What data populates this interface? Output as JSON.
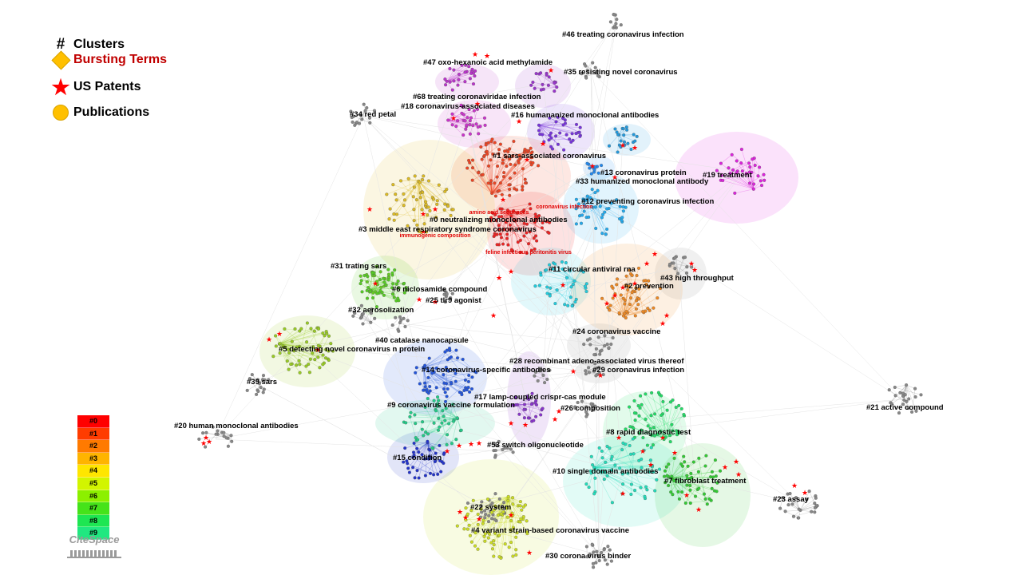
{
  "legend": {
    "clusters": {
      "symbol": "#",
      "label": "Clusters"
    },
    "bursting": {
      "label": "Bursting Terms",
      "color": "#c00000"
    },
    "patents": {
      "label": "US Patents",
      "color": "#ff0000"
    },
    "publications": {
      "label": "Publications",
      "color": "#ffc000"
    }
  },
  "color_scale": [
    {
      "label": "#0",
      "color": "#ff0000"
    },
    {
      "label": "#1",
      "color": "#ff3c00"
    },
    {
      "label": "#2",
      "color": "#ff7a00"
    },
    {
      "label": "#3",
      "color": "#ffb400"
    },
    {
      "label": "#4",
      "color": "#ffe600"
    },
    {
      "label": "#5",
      "color": "#d2f500"
    },
    {
      "label": "#6",
      "color": "#8cf000"
    },
    {
      "label": "#7",
      "color": "#45e31a"
    },
    {
      "label": "#8",
      "color": "#1ee652"
    },
    {
      "label": "#9",
      "color": "#20e880"
    }
  ],
  "logo": {
    "text": "CiteSpace"
  },
  "clusters": [
    {
      "id": "46",
      "label": "#46 treating coronavirus infection",
      "color": "#888888"
    },
    {
      "id": "47",
      "label": "#47 oxo-hexanoic acid methylamide",
      "color": "#bb33cc"
    },
    {
      "id": "35",
      "label": "#35 resisting novel coronavirus",
      "color": "#888888"
    },
    {
      "id": "68",
      "label": "#68 treating coronaviridae infection",
      "color": "#9933cc"
    },
    {
      "id": "18",
      "label": "#18 coronavirus-associated diseases",
      "color": "#cc33cc"
    },
    {
      "id": "34",
      "label": "#34 red petal",
      "color": "#888888"
    },
    {
      "id": "16",
      "label": "#16 humananized monoclonal antibodies",
      "color": "#7733dd"
    },
    {
      "id": "1",
      "label": "#1 sars-associated coronavirus",
      "color": "#ee4422"
    },
    {
      "id": "13",
      "label": "#13 coronavirus protein",
      "color": "#2288ee"
    },
    {
      "id": "19",
      "label": "#19 treatment",
      "color": "#dd22dd"
    },
    {
      "id": "33",
      "label": "#33 humanized monoclonal antibody",
      "color": "#2299dd"
    },
    {
      "id": "12",
      "label": "#12 preventing coronavirus infection",
      "color": "#22aaee"
    },
    {
      "id": "0",
      "label": "#0 neutralizing monoclonal antibodies",
      "color": "#ee2222"
    },
    {
      "id": "3",
      "label": "#3 middle east respiratory syndrome coronavirus",
      "color": "#ddbb22"
    },
    {
      "id": "31",
      "label": "#31 trating sars",
      "color": "#66cc22"
    },
    {
      "id": "11",
      "label": "#11 circular antiviral rna",
      "color": "#22ccdd"
    },
    {
      "id": "43",
      "label": "#43 high throughput",
      "color": "#888888"
    },
    {
      "id": "2",
      "label": "#2 prevention",
      "color": "#ee8822"
    },
    {
      "id": "6",
      "label": "#6 niclosamide compound",
      "color": "#55cc22"
    },
    {
      "id": "25",
      "label": "#25 tlr9 agonist",
      "color": "#888888"
    },
    {
      "id": "32",
      "label": "#32 aerosolization",
      "color": "#888888"
    },
    {
      "id": "24",
      "label": "#24 coronavirus vaccine",
      "color": "#888888"
    },
    {
      "id": "40",
      "label": "#40 catalase nanocapsule",
      "color": "#888888"
    },
    {
      "id": "5",
      "label": "#5 detecting novel coronavirus n protein",
      "color": "#99cc22"
    },
    {
      "id": "28",
      "label": "#28 recombinant adeno-associated virus thereof",
      "color": "#888888"
    },
    {
      "id": "14",
      "label": "#14 coronavirus-specific antibodies",
      "color": "#2255dd"
    },
    {
      "id": "29",
      "label": "#29 coronavirus infection",
      "color": "#888888"
    },
    {
      "id": "39",
      "label": "#39 sars",
      "color": "#888888"
    },
    {
      "id": "17",
      "label": "#17 lamp-coupled crispr-cas module",
      "color": "#8833cc"
    },
    {
      "id": "21",
      "label": "#21 active compound",
      "color": "#888888"
    },
    {
      "id": "9",
      "label": "#9 coronavirus vaccine formulation",
      "color": "#22cc88"
    },
    {
      "id": "26",
      "label": "#26 composition",
      "color": "#888888"
    },
    {
      "id": "20",
      "label": "#20 human monoclonal antibodies",
      "color": "#888888"
    },
    {
      "id": "8",
      "label": "#8 rapid diagnostic test",
      "color": "#22dd66"
    },
    {
      "id": "53",
      "label": "#53 switch oligonucleotide",
      "color": "#888888"
    },
    {
      "id": "15",
      "label": "#15 condition",
      "color": "#2233cc"
    },
    {
      "id": "10",
      "label": "#10 single domain antibodies",
      "color": "#22ddbb"
    },
    {
      "id": "7",
      "label": "#7 fibroblast treatment",
      "color": "#33cc33"
    },
    {
      "id": "23",
      "label": "#23 assay",
      "color": "#888888"
    },
    {
      "id": "22",
      "label": "#22 system",
      "color": "#888888"
    },
    {
      "id": "4",
      "label": "#4 variant strain-based coronavirus vaccine",
      "color": "#ccdd22"
    },
    {
      "id": "30",
      "label": "#30 corona virus binder",
      "color": "#888888"
    }
  ],
  "bursting_terms": [
    {
      "label": "amino acid sequences"
    },
    {
      "label": "coronavirus infection"
    },
    {
      "label": "immunogenic composition"
    },
    {
      "label": "feline infectious peritonitis virus"
    }
  ]
}
